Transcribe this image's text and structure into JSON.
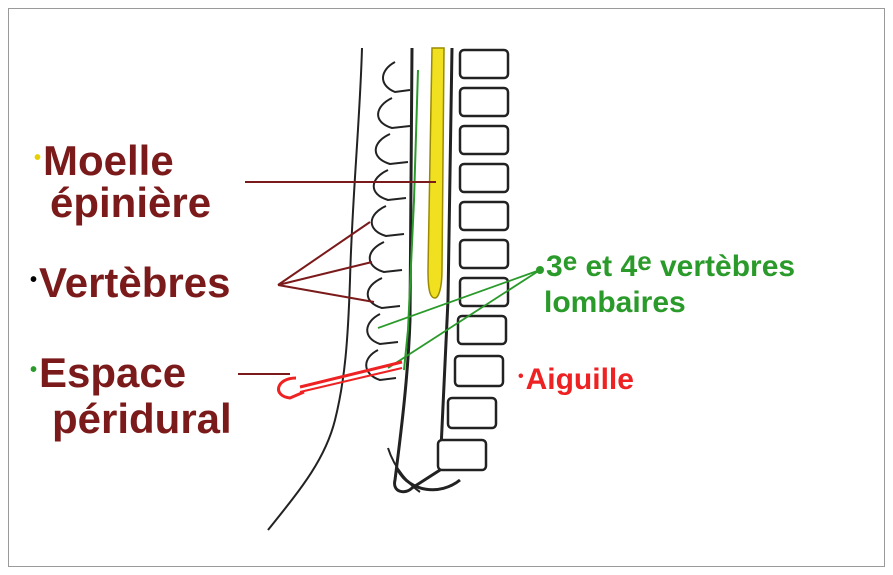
{
  "labels": {
    "moelle_line1": "Moelle",
    "moelle_line2": "épinière",
    "vertebres": "Vertèbres",
    "espace_line1": "Espace",
    "espace_line2": "péridural",
    "lombaires_part1": "3",
    "lombaires_sup1": "e",
    "lombaires_part2": " et 4",
    "lombaires_sup2": "e",
    "lombaires_part3": " vertèbres",
    "lombaires_line2": "lombaires",
    "aiguille": "Aiguille"
  },
  "bullets": {
    "moelle": "•",
    "vertebres": "•",
    "espace": "•",
    "aiguille": "•"
  },
  "colors": {
    "label_dark_red": "#7b1a1a",
    "spinal_cord_yellow": "#f0e020",
    "needle_red": "#ee2222",
    "lumbar_green": "#2a9a2a",
    "bullet_yellow": "#e8d000",
    "bullet_black": "#000000",
    "bullet_green": "#2a9a2a",
    "bullet_red": "#ee2222"
  }
}
